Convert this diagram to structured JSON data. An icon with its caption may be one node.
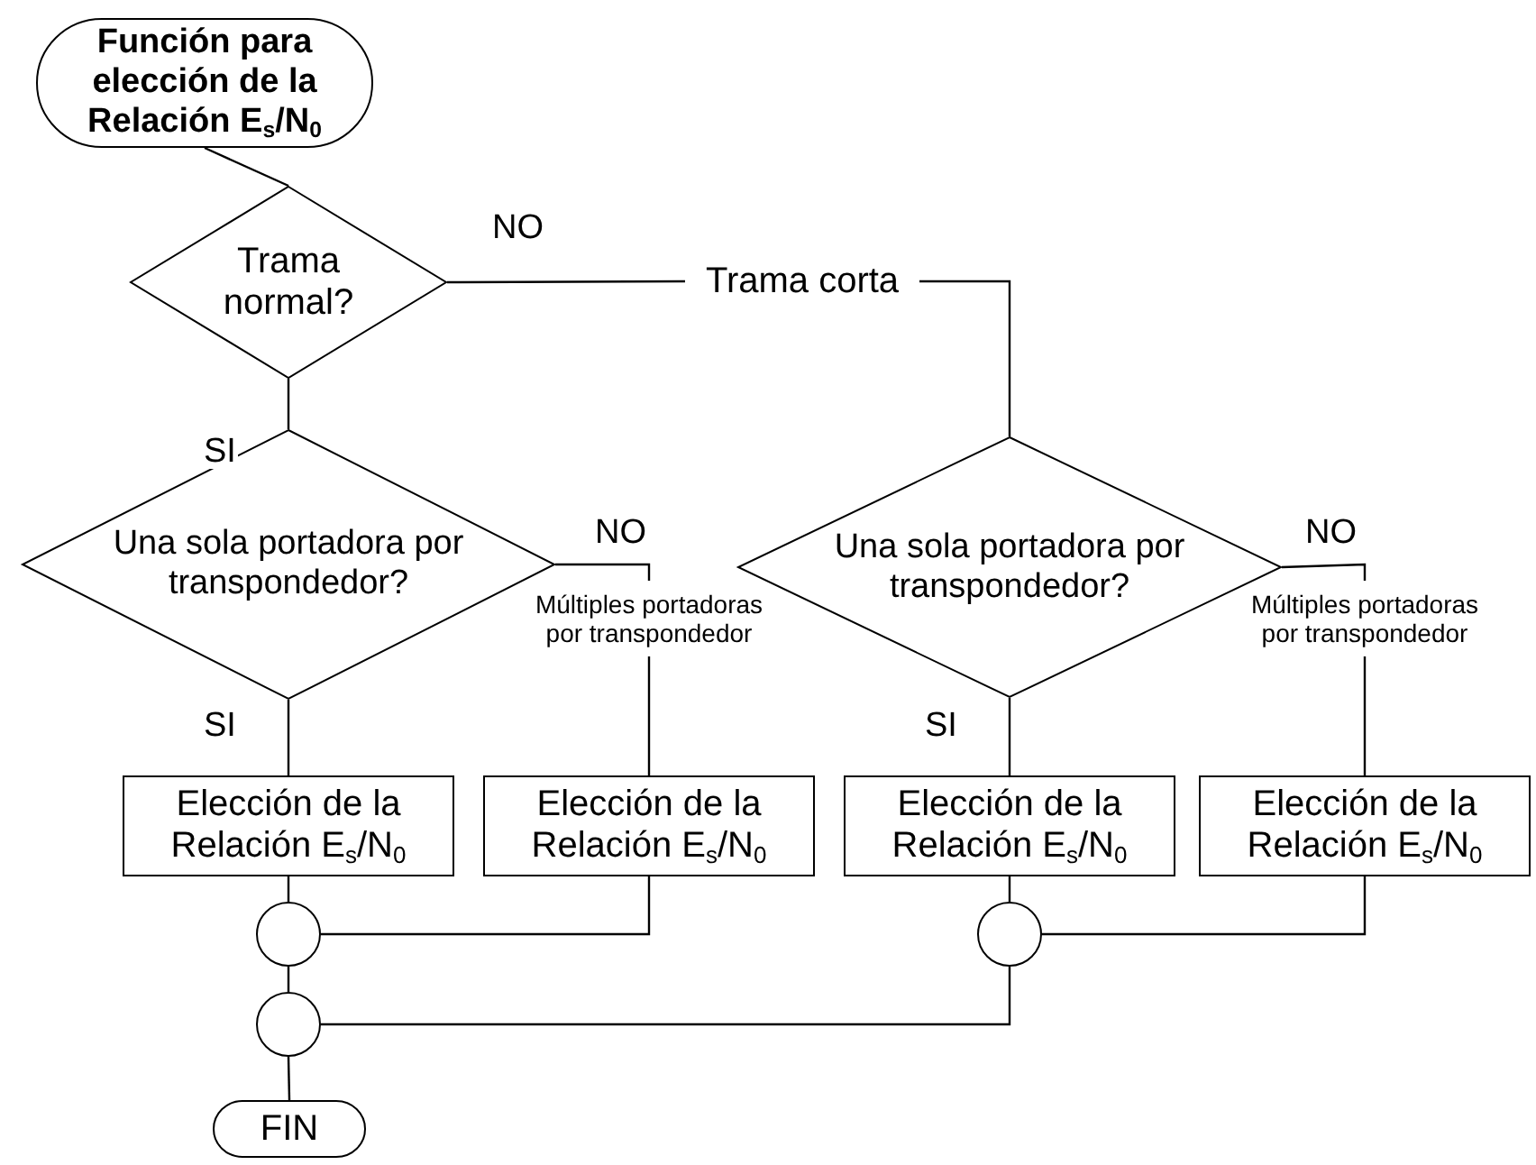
{
  "diagram": {
    "nodes": [
      {
        "text": [
          "Función para elección de la Relación E$_{s}$/N$_{0}$"
        ]
      },
      {
        "text": [
          "Trama normal?"
        ]
      },
      {
        "text": [
          "Trama corta"
        ]
      },
      {
        "text": [
          "Una sola portadora por transpondedor?"
        ]
      },
      {
        "text": [
          "Una sola portadora por transpondedor?"
        ]
      },
      {
        "text": [
          "Múltiples portadoras por transpondedor"
        ]
      },
      {
        "text": [
          "Múltiples portadoras por transpondedor"
        ]
      },
      {
        "text": [
          "Elección de la Relación E$_{s}$/N$_{0}$"
        ]
      },
      {
        "text": [
          "Elección de la Relación E$_{s}$/N$_{0}$"
        ]
      },
      {
        "text": [
          "Elección de la Relación E$_{s}$/N$_{0}$"
        ]
      },
      {
        "text": [
          "Elección de la Relación E$_{s}$/N$_{0}$"
        ]
      },
      {
        "text": [],
        "shape": "circle"
      },
      {
        "text": [],
        "shape": "circle"
      },
      {
        "text": [],
        "shape": "circle"
      },
      {
        "text": [
          "FIN"
        ]
      }
    ],
    "edges": [
      {
        "from": 0,
        "to": 1,
        "arrow": "none"
      },
      {
        "from": 1,
        "to": 2,
        "arrow": "none",
        "label": "NO"
      },
      {
        "from": 2,
        "to": 4,
        "arrow": "none"
      },
      {
        "from": 1,
        "to": 3,
        "arrow": "none",
        "label": "SI"
      },
      {
        "from": 3,
        "to": 5,
        "arrow": "none",
        "label": "NO"
      },
      {
        "from": 5,
        "to": 8,
        "arrow": "none"
      },
      {
        "from": 3,
        "to": 7,
        "arrow": "none",
        "label": "SI"
      },
      {
        "from": 4,
        "to": 6,
        "arrow": "none",
        "label": "NO"
      },
      {
        "from": 6,
        "to": 10,
        "arrow": "none"
      },
      {
        "from": 4,
        "to": 9,
        "arrow": "none",
        "label": "SI"
      },
      {
        "from": 7,
        "to": 11,
        "arrow": "none"
      },
      {
        "from": 8,
        "to": 11,
        "arrow": "none"
      },
      {
        "from": 9,
        "to": 13,
        "arrow": "none"
      },
      {
        "from": 10,
        "to": 13,
        "arrow": "none"
      },
      {
        "from": 11,
        "to": 12,
        "arrow": "none"
      },
      {
        "from": 13,
        "to": 12,
        "arrow": "none"
      },
      {
        "from": 12,
        "to": 14,
        "arrow": "none"
      }
    ]
  }
}
